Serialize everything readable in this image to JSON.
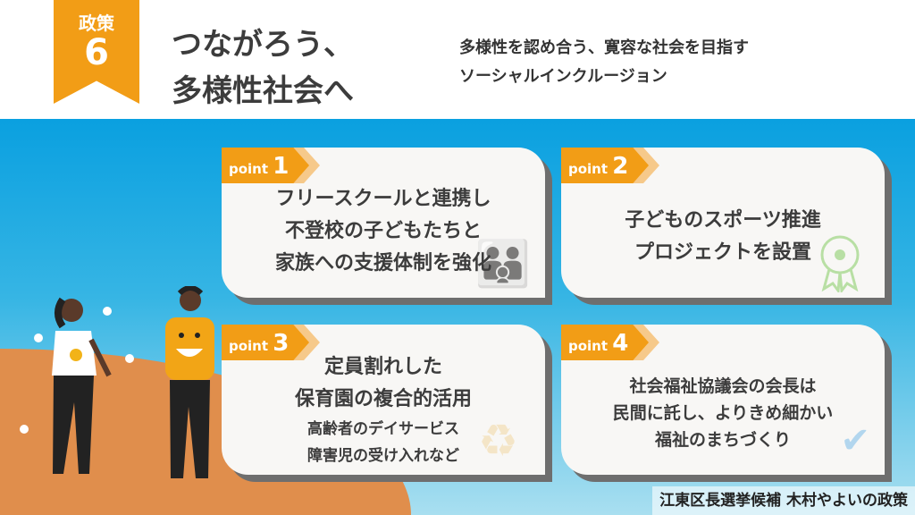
{
  "header": {
    "badge_label": "政策",
    "badge_number": "6",
    "title_line1": "つながろう、",
    "title_line2": "多様性社会へ",
    "subtitle_line1": "多様性を認め合う、寛容な社会を目指す",
    "subtitle_line2": "ソーシャルインクルージョン"
  },
  "points": [
    {
      "label": "point",
      "number": "1",
      "lines": [
        "フリースクールと連携し",
        "不登校の子どもたちと",
        "家族への支援体制を強化"
      ],
      "icon": "family-heart-icon"
    },
    {
      "label": "point",
      "number": "2",
      "lines": [
        "子どものスポーツ推進",
        "プロジェクトを設置"
      ],
      "icon": "award-ribbon-icon"
    },
    {
      "label": "point",
      "number": "3",
      "lines": [
        "定員割れした",
        "保育園の複合的活用"
      ],
      "sub_lines": [
        "高齢者のデイサービス",
        "障害児の受け入れなど"
      ],
      "icon": "recycle-icon"
    },
    {
      "label": "point",
      "number": "4",
      "lines": [
        "社会福祉協議会の会長は",
        "民間に託し、よりきめ細かい",
        "福祉のまちづくり"
      ],
      "icon": "hand-check-icon"
    }
  ],
  "footer": "江東区長選挙候補 木村やよいの政策"
}
